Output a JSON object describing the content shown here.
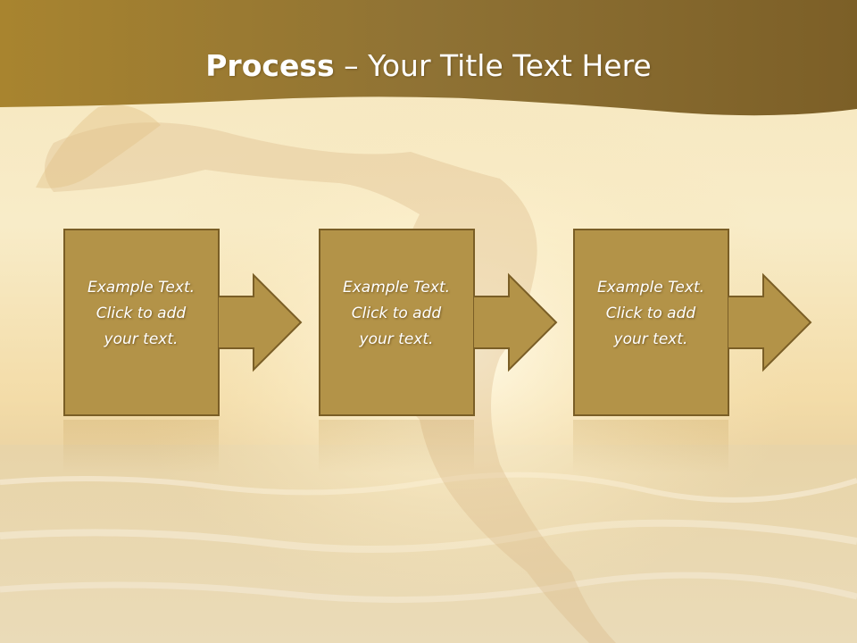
{
  "slide": {
    "title_bold": "Process",
    "title_rest": " – Your Title Text Here"
  },
  "steps": [
    {
      "line1": "Example Text.",
      "line2": "Click  to add",
      "line3": "your text."
    },
    {
      "line1": "Example Text.",
      "line2": "Click  to add",
      "line3": "your text."
    },
    {
      "line1": "Example Text.",
      "line2": "Click  to add",
      "line3": "your text."
    }
  ],
  "colors": {
    "header_band": "#8f7235",
    "box_fill": "#b39348",
    "box_border": "#7a5e26",
    "title_text": "#ffffff",
    "step_text": "#ffffff"
  }
}
